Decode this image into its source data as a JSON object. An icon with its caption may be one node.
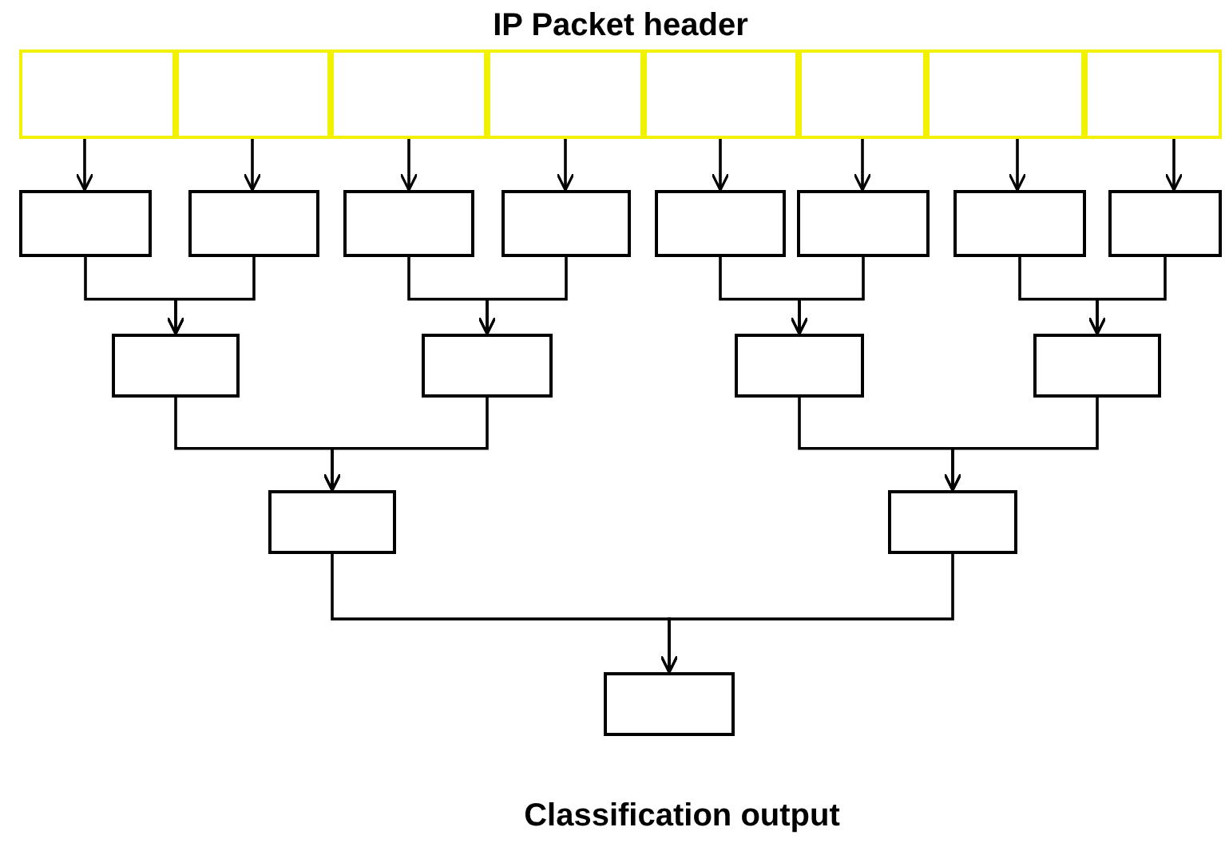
{
  "diagram": {
    "caption": "Classification output",
    "nodes": [
      {
        "text": [
          "IP Packet header"
        ]
      },
      {
        "text": [],
        "shape": "box",
        "in": 0
      },
      {
        "text": [],
        "shape": "box",
        "in": 0
      },
      {
        "text": [],
        "shape": "box",
        "in": 0
      },
      {
        "text": [],
        "shape": "box",
        "in": 0
      },
      {
        "text": [],
        "shape": "box",
        "in": 0
      },
      {
        "text": [],
        "shape": "box",
        "in": 0
      },
      {
        "text": [],
        "shape": "box",
        "in": 0
      },
      {
        "text": [],
        "shape": "box",
        "in": 0
      },
      {
        "text": [],
        "shape": "box"
      },
      {
        "text": [],
        "shape": "box"
      },
      {
        "text": [],
        "shape": "box"
      },
      {
        "text": [],
        "shape": "box"
      },
      {
        "text": [],
        "shape": "box"
      },
      {
        "text": [],
        "shape": "box"
      },
      {
        "text": [],
        "shape": "box"
      },
      {
        "text": [],
        "shape": "box"
      },
      {
        "text": [],
        "shape": "box"
      },
      {
        "text": [],
        "shape": "box"
      },
      {
        "text": [],
        "shape": "box"
      },
      {
        "text": [],
        "shape": "box"
      },
      {
        "text": [],
        "shape": "box"
      },
      {
        "text": [],
        "shape": "box"
      },
      {
        "text": [],
        "shape": "box"
      }
    ],
    "edges": [
      {
        "from": 1,
        "to": 9,
        "arrow": "to"
      },
      {
        "from": 2,
        "to": 10,
        "arrow": "to"
      },
      {
        "from": 3,
        "to": 11,
        "arrow": "to"
      },
      {
        "from": 4,
        "to": 12,
        "arrow": "to"
      },
      {
        "from": 5,
        "to": 13,
        "arrow": "to"
      },
      {
        "from": 6,
        "to": 14,
        "arrow": "to"
      },
      {
        "from": 7,
        "to": 15,
        "arrow": "to"
      },
      {
        "from": 8,
        "to": 16,
        "arrow": "to"
      },
      {
        "from": 9,
        "to": 17,
        "arrow": "to"
      },
      {
        "from": 10,
        "to": 17,
        "arrow": "to"
      },
      {
        "from": 11,
        "to": 18,
        "arrow": "to"
      },
      {
        "from": 12,
        "to": 18,
        "arrow": "to"
      },
      {
        "from": 13,
        "to": 19,
        "arrow": "to"
      },
      {
        "from": 14,
        "to": 19,
        "arrow": "to"
      },
      {
        "from": 15,
        "to": 20,
        "arrow": "to"
      },
      {
        "from": 16,
        "to": 20,
        "arrow": "to"
      },
      {
        "from": 17,
        "to": 21,
        "arrow": "to"
      },
      {
        "from": 18,
        "to": 21,
        "arrow": "to"
      },
      {
        "from": 19,
        "to": 22,
        "arrow": "to"
      },
      {
        "from": 20,
        "to": 22,
        "arrow": "to"
      },
      {
        "from": 21,
        "to": 23,
        "arrow": "to"
      },
      {
        "from": 22,
        "to": 23,
        "arrow": "to"
      }
    ]
  }
}
